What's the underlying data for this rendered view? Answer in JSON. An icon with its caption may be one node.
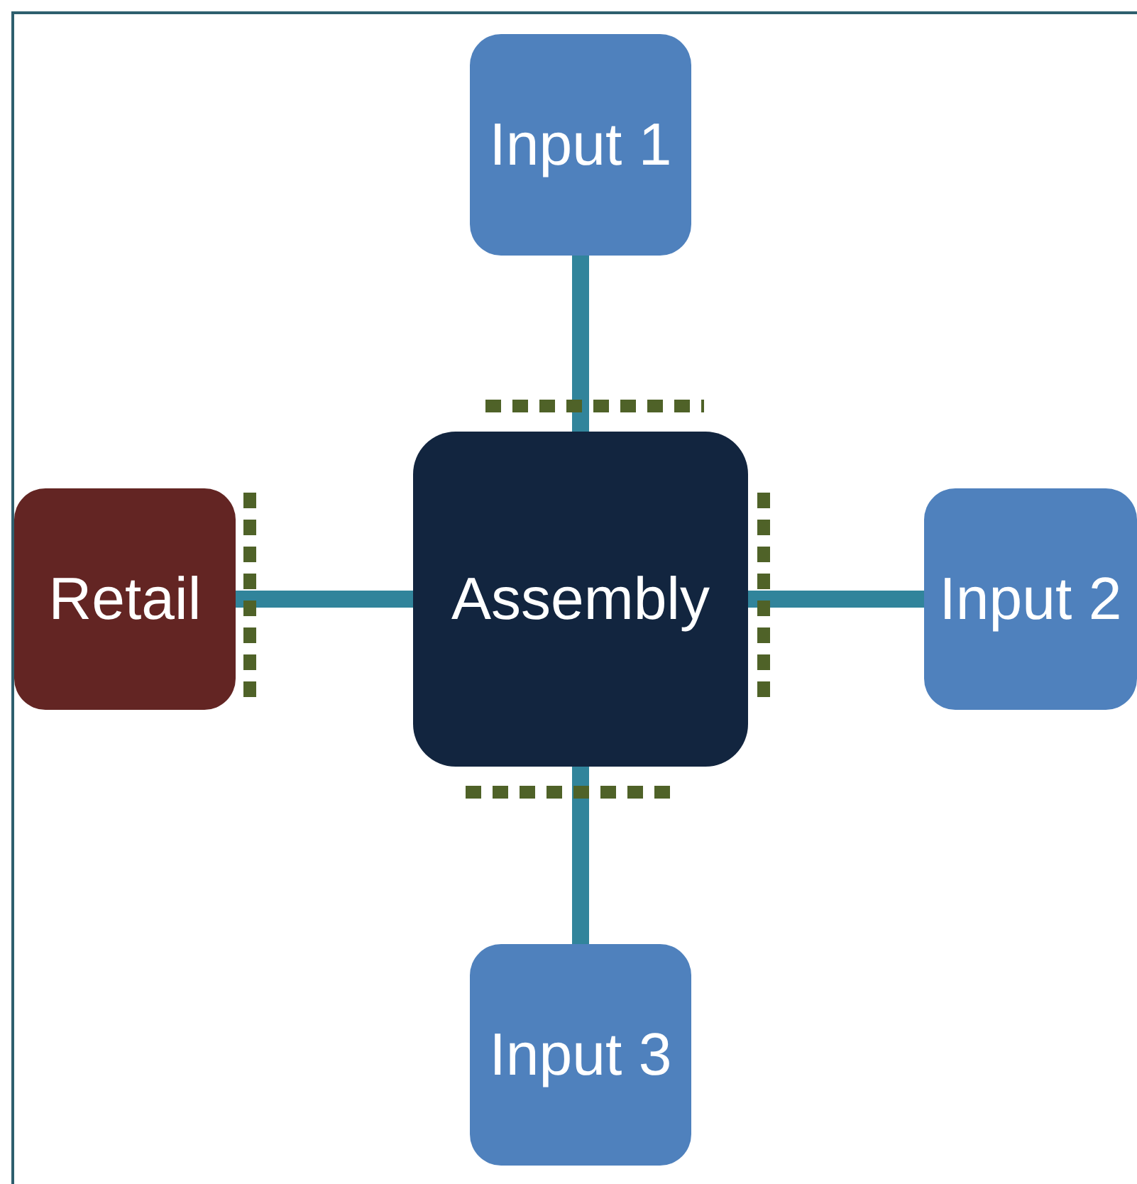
{
  "diagram": {
    "nodes": [
      {
        "text": [
          "Input 1"
        ]
      },
      {
        "text": [
          "Retail"
        ]
      },
      {
        "text": [
          "Assembly"
        ]
      },
      {
        "text": [
          "Input 2"
        ]
      },
      {
        "text": [
          "Input 3"
        ]
      }
    ],
    "edges": [
      {
        "from": 0,
        "to": 2,
        "arrow": "none"
      },
      {
        "from": 1,
        "to": 2,
        "arrow": "none"
      },
      {
        "from": 2,
        "to": 3,
        "arrow": "none"
      },
      {
        "from": 4,
        "to": 2,
        "arrow": "none"
      }
    ]
  }
}
